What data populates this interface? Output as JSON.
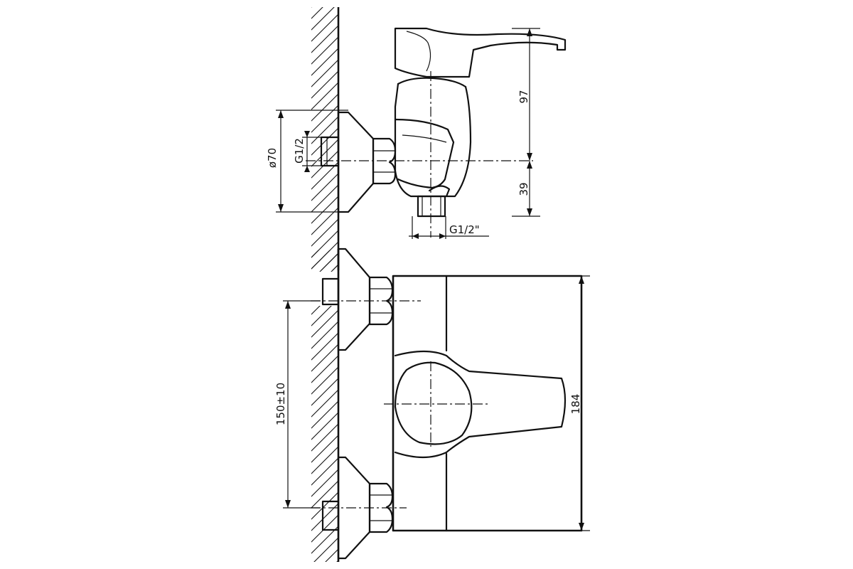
{
  "dimensions": {
    "d97": "97",
    "d39": "39",
    "dia70": "ø70",
    "g12_inlet": "G1/2",
    "g12_outlet": "G1/2\"",
    "d150": "150±10",
    "d184": "184"
  }
}
